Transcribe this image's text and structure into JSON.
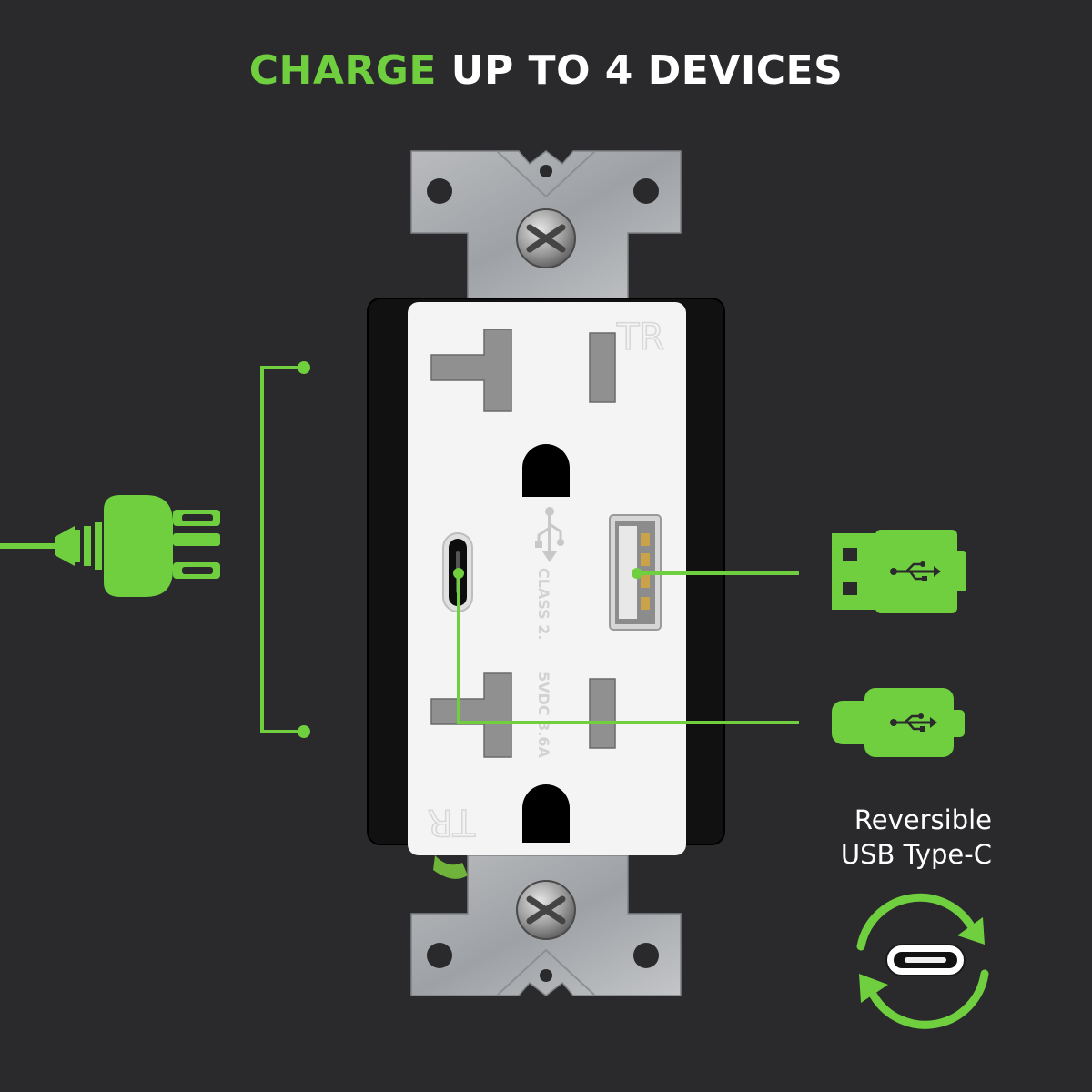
{
  "headline": {
    "accent_word": "CHARGE",
    "rest": "UP TO 4 DEVICES"
  },
  "outlet": {
    "tr_top": "TR",
    "tr_bottom": "TR",
    "label_class": "CLASS 2.",
    "label_rating": "5VDC 3.6A",
    "usb_logo_icon": "usb-trident-icon"
  },
  "callouts": {
    "ac_plug_icon": "ac-plug-icon",
    "usb_a_icon": "usb-a-plug-icon",
    "usb_c_icon": "usb-c-plug-icon",
    "reversible_icon": "reversible-arrows-icon"
  },
  "caption": {
    "line1": "Reversible",
    "line2": "USB Type-C"
  },
  "colors": {
    "accent": "#6fcf3f",
    "background": "#2a2a2c",
    "faceplate": "#f4f4f4",
    "strap": "#a7a9ac"
  }
}
